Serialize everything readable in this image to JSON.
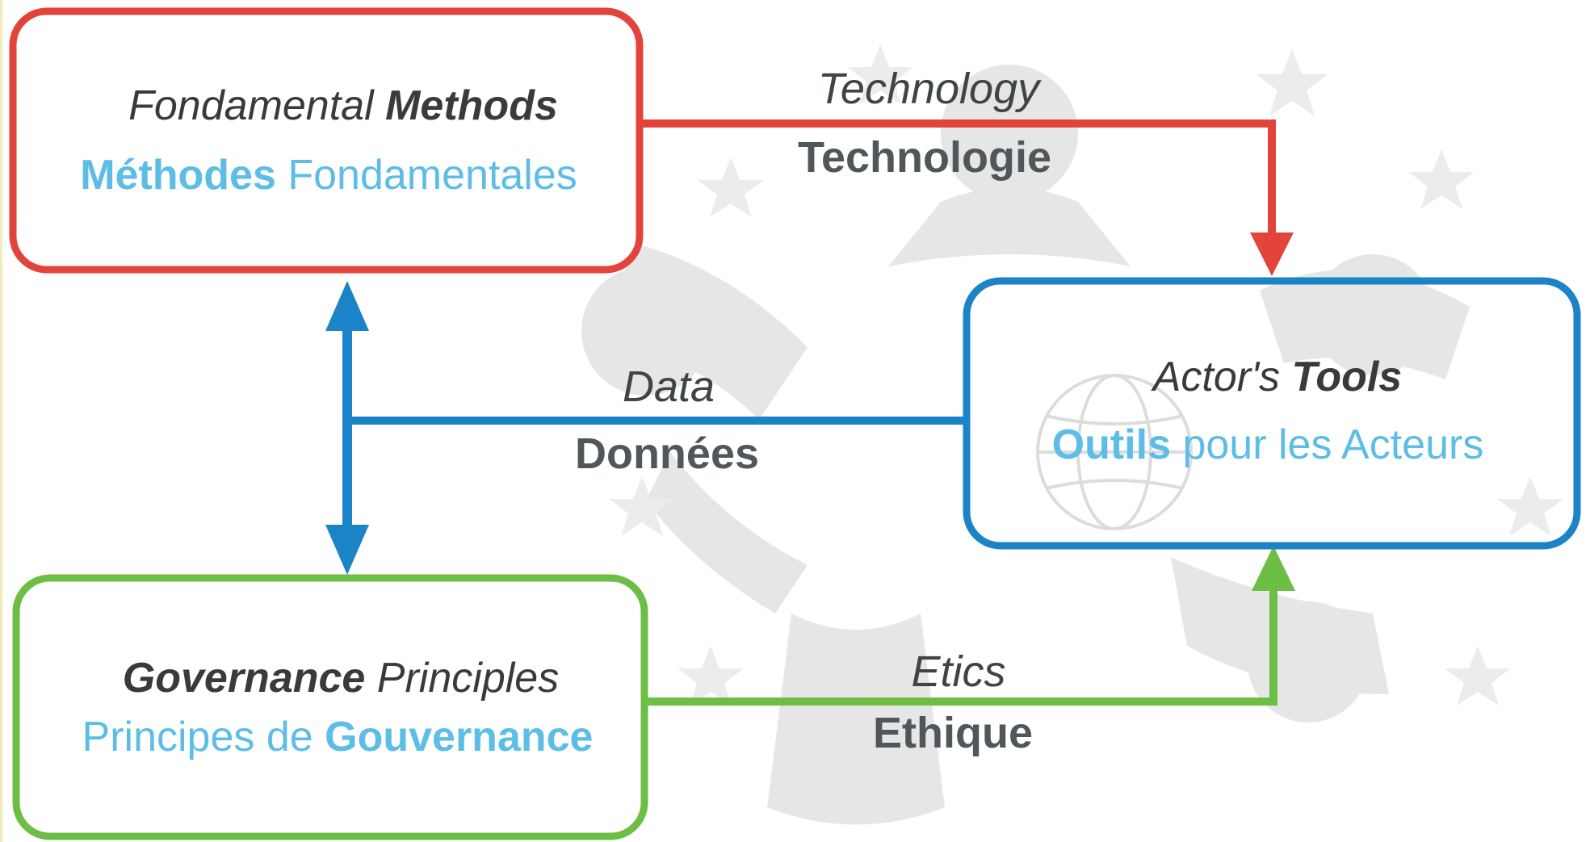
{
  "colors": {
    "methods": "#e2443c",
    "tools": "#1b84c8",
    "governance": "#6cbe45",
    "french_text": "#5cbde6",
    "english_text": "#3a3a3a",
    "edge_text": "#50575b",
    "watermark": "#e7e7e7"
  },
  "watermark": {
    "icon": "people-circle-stars-watermark"
  },
  "nodes": {
    "methods": {
      "en_regular": "Fondamental",
      "en_bold": "Methods",
      "fr_bold": "Méthodes",
      "fr_regular": "Fondamentales"
    },
    "tools": {
      "en_regular": "Actor's",
      "en_bold": "Tools",
      "fr_bold": "Outils",
      "fr_regular": "pour les Acteurs"
    },
    "governance": {
      "en_bold": "Governance",
      "en_regular": "Principles",
      "fr_regular": "Principes de",
      "fr_bold": "Gouvernance"
    }
  },
  "edges": {
    "technology": {
      "en": "Technology",
      "fr": "Technologie"
    },
    "data": {
      "en": "Data",
      "fr": "Données"
    },
    "ethics": {
      "en": "Etics",
      "fr": "Ethique"
    }
  }
}
